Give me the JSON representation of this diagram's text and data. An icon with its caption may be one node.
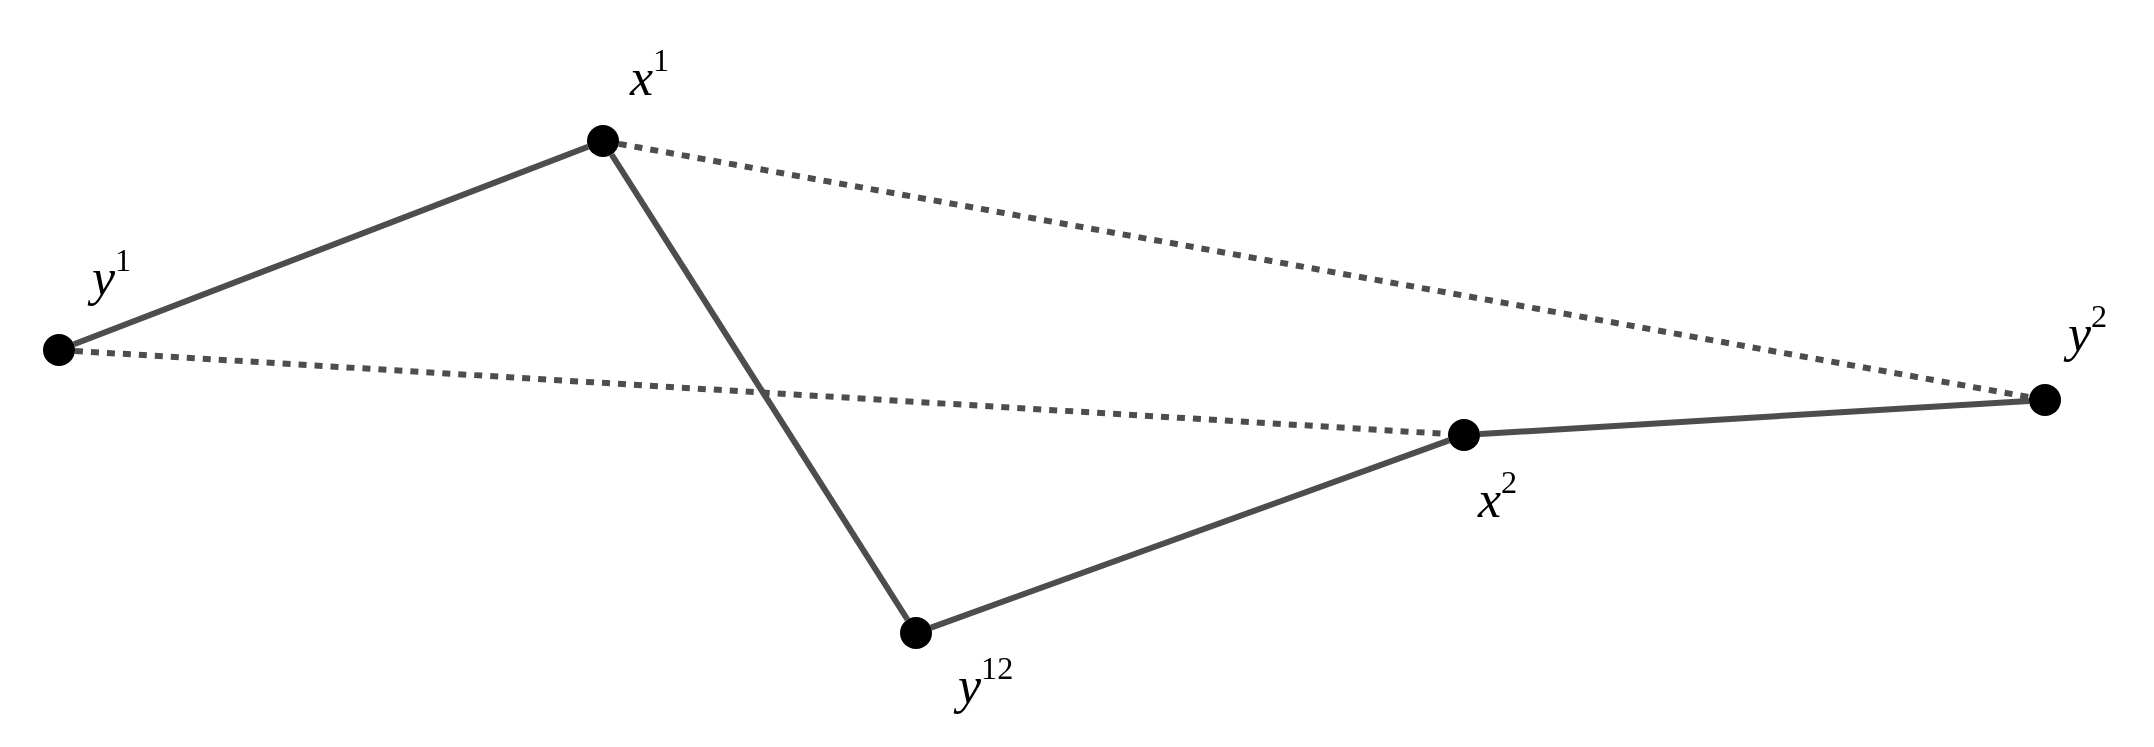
{
  "diagram": {
    "nodes": [
      {
        "text": [],
        "shape": "circle",
        "beside": [
          "*x*$^{1}$"
        ]
      },
      {
        "text": [],
        "shape": "circle",
        "beside": [
          "*y*$^{1}$"
        ]
      },
      {
        "text": [],
        "shape": "circle",
        "beside": [
          "*y*$^{2}$"
        ]
      },
      {
        "text": [],
        "shape": "circle",
        "beside": [
          "*x*$^{2}$"
        ]
      },
      {
        "text": [],
        "shape": "circle",
        "beside": [
          "*y*$^{12}$"
        ]
      }
    ],
    "edges": [
      {
        "from": 1,
        "to": 0,
        "arrow": "none"
      },
      {
        "from": 0,
        "to": 4,
        "arrow": "none"
      },
      {
        "from": 4,
        "to": 3,
        "arrow": "none"
      },
      {
        "from": 3,
        "to": 2,
        "arrow": "none"
      },
      {
        "from": 0,
        "to": 2,
        "arrow": "none",
        "style": "dashed"
      },
      {
        "from": 1,
        "to": 3,
        "arrow": "none",
        "style": "dashed"
      }
    ]
  }
}
